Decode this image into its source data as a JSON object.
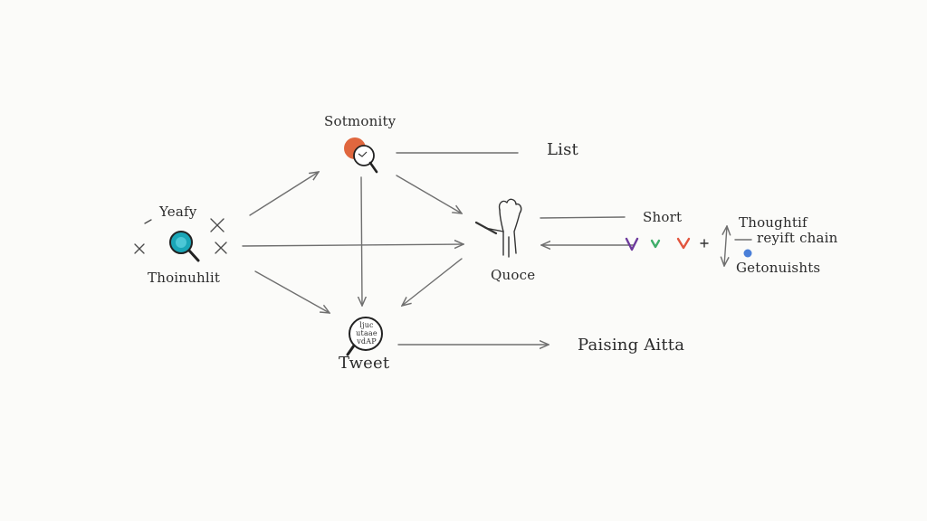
{
  "diagram": {
    "nodes": {
      "left": {
        "top_label": "Yeafy",
        "bottom_label": "Thoinuhlit",
        "icon": "magnifier-icon"
      },
      "top": {
        "label": "Sotmonity",
        "icon": "magnifier-icon"
      },
      "center": {
        "label": "Quoce",
        "icon": "hand-icon"
      },
      "bottom": {
        "label": "Tweet",
        "icon": "magnifier-icon",
        "inner_text": [
          "ljuc",
          "utaae",
          "vdAP"
        ]
      }
    },
    "side_labels": {
      "list": "List",
      "short": "Short",
      "parsing": "Paising Aitta",
      "note_line1": "Thoughtif",
      "note_line2": "reyift chain",
      "note_line3": "Getonuishts"
    },
    "colors": {
      "stroke": "#6f6f6f",
      "ink": "#2b2b2b",
      "cyan": "#1aa6b7",
      "orange": "#e0673e",
      "purple": "#6d3a9c",
      "green": "#3fae6a",
      "red": "#e2553d",
      "blue": "#4a7fd8"
    }
  }
}
